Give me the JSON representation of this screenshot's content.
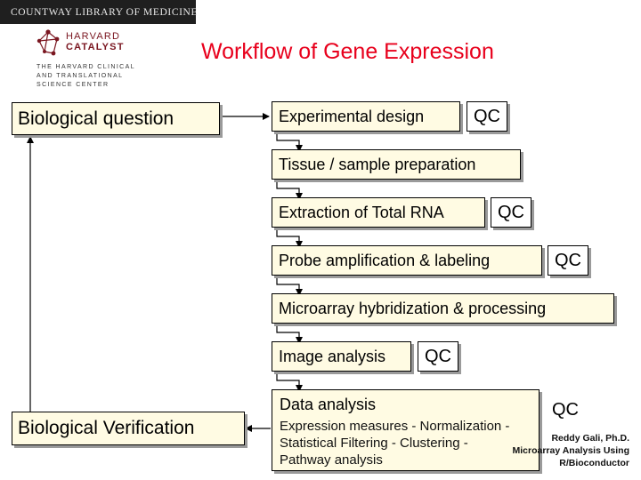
{
  "header": {
    "banner_text": "COUNTWAY LIBRARY OF MEDICINE",
    "logo_line1": "HARVARD",
    "logo_line2": "CATALYST",
    "logo_sub1": "THE HARVARD CLINICAL",
    "logo_sub2": "AND TRANSLATIONAL",
    "logo_sub3": "SCIENCE CENTER",
    "title": "Workflow of Gene Expression"
  },
  "left": {
    "question": "Biological question",
    "verification": "Biological Verification"
  },
  "steps": {
    "experimental_design": "Experimental design",
    "tissue_prep": "Tissue / sample preparation",
    "extraction": "Extraction of Total RNA",
    "probe": "Probe amplification & labeling",
    "hybridization": "Microarray hybridization & processing",
    "image": "Image analysis",
    "data_title": "Data analysis",
    "data_desc": "Expression measures - Normalization -\nStatistical Filtering - Clustering -\nPathway analysis"
  },
  "qc_label": "QC",
  "credit": {
    "line1": "Reddy Gali, Ph.D.",
    "line2": "Microarray Analysis Using",
    "line3": "R/Bioconductor"
  },
  "colors": {
    "title": "#e8001c",
    "box_fill": "#fffbe3",
    "banner": "#1f1f1f",
    "logo": "#7a1620"
  }
}
